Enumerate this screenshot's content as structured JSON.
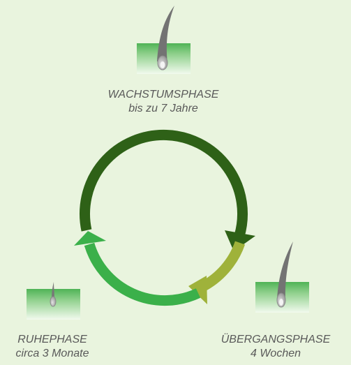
{
  "phases": [
    {
      "id": "growth",
      "name": "WACHSTUMSPHASE",
      "duration": "bis zu 7 Jahre"
    },
    {
      "id": "transition",
      "name": "ÜBERGANGSPHASE",
      "duration": "4 Wochen"
    },
    {
      "id": "rest",
      "name": "RUHEPHASE",
      "duration": "circa 3 Monate"
    }
  ],
  "colors": {
    "background": "#e9f4de",
    "cycle_dark": "#2e6117",
    "cycle_olive": "#9fb23a",
    "cycle_bright": "#3bb04a",
    "skin_green": "#5cbf62",
    "skin_light": "#e8f5e2",
    "hair": "#7a7a7a",
    "text": "#595959"
  },
  "icons": [
    "hair-growth-icon",
    "hair-transition-icon",
    "hair-rest-icon",
    "cycle-arrow"
  ]
}
